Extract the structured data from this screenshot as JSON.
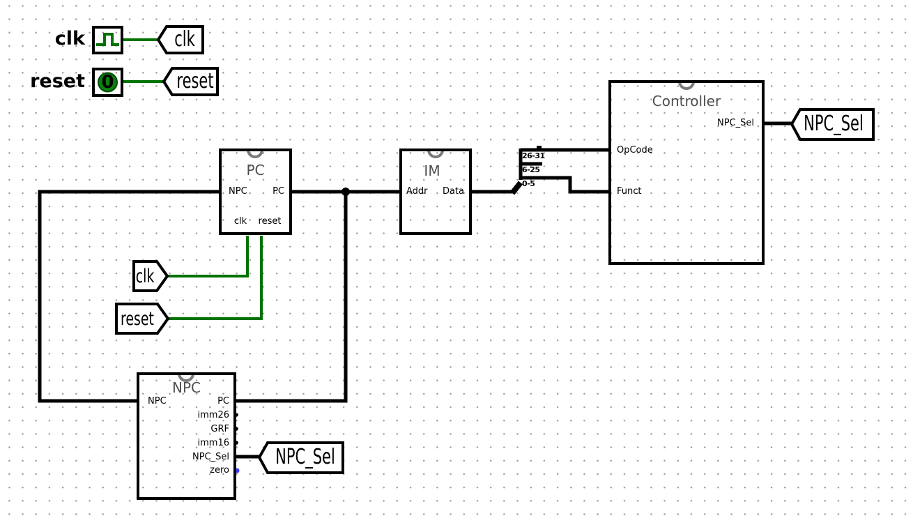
{
  "colors": {
    "background": "#ffffff",
    "grid_dot": "#9c9c9c",
    "bus_wire": "#000000",
    "one_bit_wire_low": "#007200",
    "floating_port": "#3a3aff",
    "component_border": "#000000",
    "subcircuit_arc": "#7a7a7a"
  },
  "input_pins": {
    "clk": {
      "label": "clk"
    },
    "reset": {
      "label": "reset",
      "value": "0"
    }
  },
  "tunnels": {
    "clk_top": "clk",
    "reset_top": "reset",
    "clk_mid": "clk",
    "reset_mid": "reset",
    "npc_sel_right": "NPC_Sel",
    "npc_sel_bottom": "NPC_Sel"
  },
  "blocks": {
    "pc": {
      "title": "PC",
      "ports": {
        "npc": "NPC",
        "pc": "PC",
        "clk": "clk",
        "reset": "reset"
      }
    },
    "im": {
      "title": "IM",
      "ports": {
        "addr": "Addr",
        "data": "Data"
      }
    },
    "controller": {
      "title": "Controller",
      "ports": {
        "npc_sel": "NPC_Sel",
        "opcode": "OpCode",
        "funct": "Funct"
      }
    },
    "npc": {
      "title": "NPC",
      "ports": {
        "npc": "NPC",
        "pc": "PC",
        "imm26": "imm26",
        "grf": "GRF",
        "imm16": "imm16",
        "npc_sel": "NPC_Sel",
        "zero": "zero"
      }
    }
  },
  "splitter": {
    "bit_labels": [
      "26-31",
      "6-25",
      "0-5"
    ]
  }
}
